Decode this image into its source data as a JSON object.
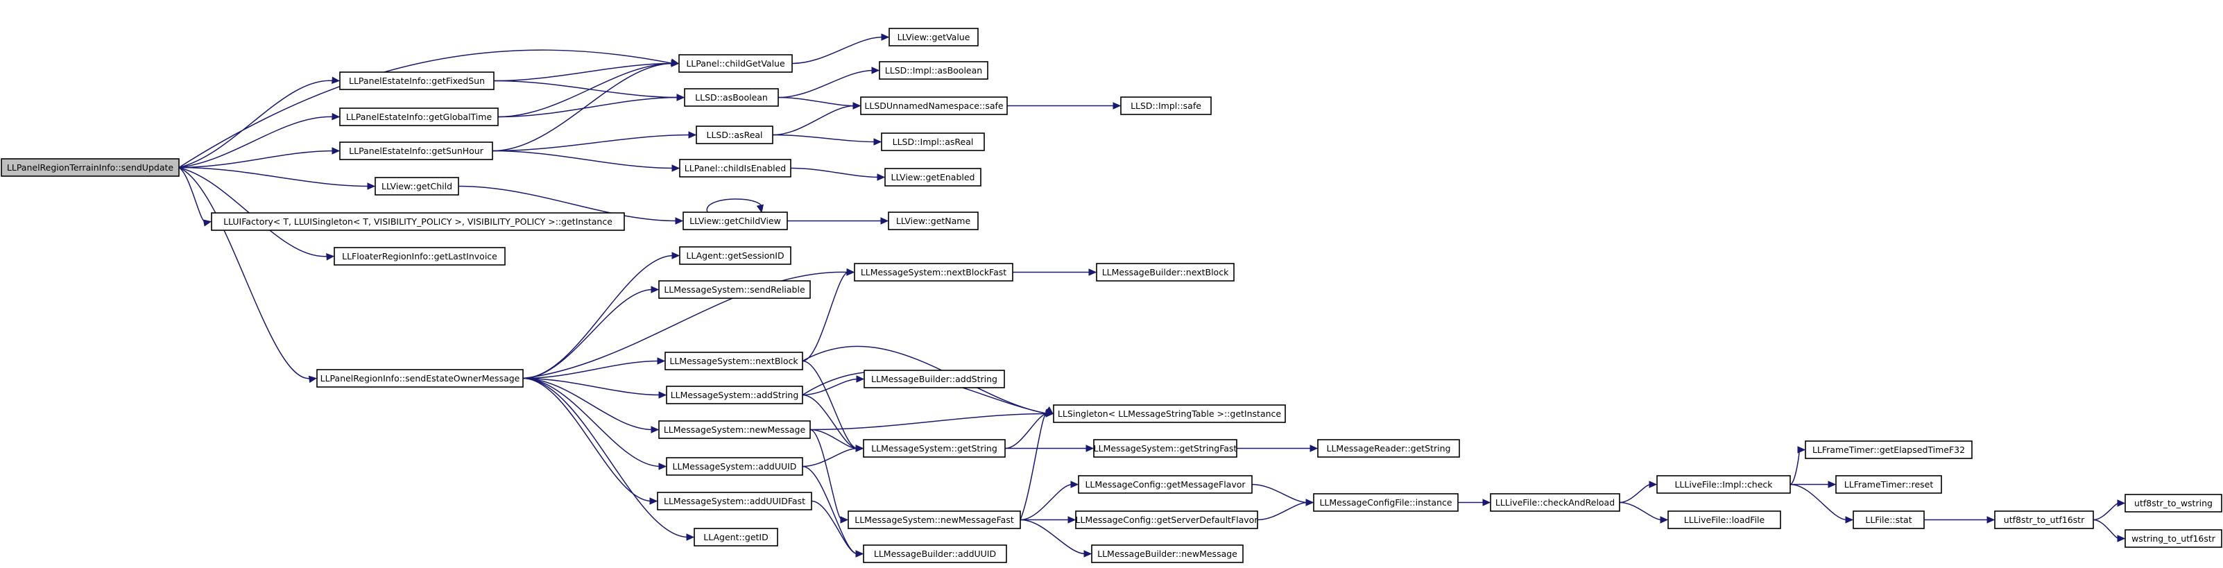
{
  "nodes": {
    "n_root": "LLPanelRegionTerrainInfo::sendUpdate",
    "n_fixedsun": "LLPanelEstateInfo::getFixedSun",
    "n_globaltime": "LLPanelEstateInfo::getGlobalTime",
    "n_sunhour": "LLPanelEstateInfo::getSunHour",
    "n_getchild": "LLView::getChild",
    "n_uifactory": "LLUIFactory< T, LLUISingleton< T, VISIBILITY_POLICY >, VISIBILITY_POLICY >::getInstance",
    "n_lastinvoice": "LLFloaterRegionInfo::getLastInvoice",
    "n_sendestate": "LLPanelRegionInfo::sendEstateOwnerMessage",
    "n_childgetvalue": "LLPanel::childGetValue",
    "n_asboolean": "LLSD::asBoolean",
    "n_asreal": "LLSD::asReal",
    "n_childisenabled": "LLPanel::childIsEnabled",
    "n_getchildview": "LLView::getChildView",
    "n_getvalue": "LLView::getValue",
    "n_impl_asboolean": "LLSD::Impl::asBoolean",
    "n_unnamed_safe": "LLSDUnnamedNamespace::safe",
    "n_impl_safe": "LLSD::Impl::safe",
    "n_impl_asreal": "LLSD::Impl::asReal",
    "n_getenabled": "LLView::getEnabled",
    "n_getname": "LLView::getName",
    "n_getsessionid": "LLAgent::getSessionID",
    "n_sendreliable": "LLMessageSystem::sendReliable",
    "n_nextblockfast": "LLMessageSystem::nextBlockFast",
    "n_mb_nextblock": "LLMessageBuilder::nextBlock",
    "n_nextblock": "LLMessageSystem::nextBlock",
    "n_addstring": "LLMessageSystem::addString",
    "n_mb_addstring": "LLMessageBuilder::addString",
    "n_newmessage": "LLMessageSystem::newMessage",
    "n_singleton": "LLSingleton< LLMessageStringTable >::getInstance",
    "n_adduuid": "LLMessageSystem::addUUID",
    "n_getstring": "LLMessageSystem::getString",
    "n_getstringfast": "LLMessageSystem::getStringFast",
    "n_mr_getstring": "LLMessageReader::getString",
    "n_adduuidfast": "LLMessageSystem::addUUIDFast",
    "n_newmessagefast": "LLMessageSystem::newMessageFast",
    "n_getmessageflavor": "LLMessageConfig::getMessageFlavor",
    "n_getserverflavor": "LLMessageConfig::getServerDefaultFlavor",
    "n_configinstance": "LLMessageConfigFile::instance",
    "n_checkandreload": "LLLiveFile::checkAndReload",
    "n_impl_check": "LLLiveFile::Impl::check",
    "n_loadfile": "LLLiveFile::loadFile",
    "n_getelapsed": "LLFrameTimer::getElapsedTimeF32",
    "n_reset": "LLFrameTimer::reset",
    "n_stat": "LLFile::stat",
    "n_utf8to16": "utf8str_to_utf16str",
    "n_utf8towstring": "utf8str_to_wstring",
    "n_wstringto16": "wstring_to_utf16str",
    "n_getid": "LLAgent::getID",
    "n_mb_adduuid": "LLMessageBuilder::addUUID",
    "n_mb_newmessage": "LLMessageBuilder::newMessage"
  },
  "colors": {
    "edge": "#191970",
    "root_fill": "#bfbfbf",
    "node_fill": "#ffffff",
    "node_border": "#000000"
  }
}
